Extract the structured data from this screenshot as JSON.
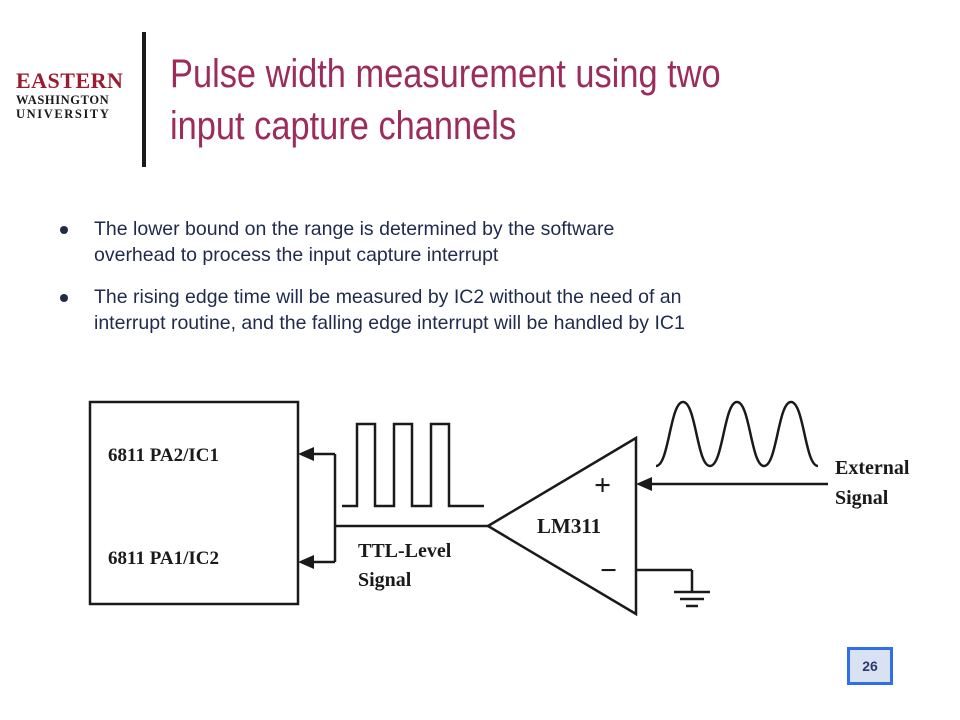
{
  "logo": {
    "line1": "EASTERN",
    "line2": "WASHINGTON",
    "line3": "UNIVERSITY"
  },
  "title": {
    "line1": "Pulse width measurement using two",
    "line2": "input capture channels"
  },
  "bullets": [
    {
      "line1": "The lower bound on the range is determined by the software",
      "line2": "overhead to process the input capture interrupt"
    },
    {
      "line1": "The rising edge time will be measured by IC2 without the need of an",
      "line2": "interrupt routine, and the falling edge interrupt will be handled by IC1"
    }
  ],
  "diagram": {
    "pin_top": "6811 PA2/IC1",
    "pin_bottom": "6811 PA1/IC2",
    "ttl_line1": "TTL-Level",
    "ttl_line2": "Signal",
    "comparator": "LM311",
    "plus_sign": "+",
    "minus_sign": "−",
    "ext_line1": "External",
    "ext_line2": "Signal"
  },
  "page_number": "26",
  "colors": {
    "title": "#9b2c5c",
    "logo": "#9b1b30",
    "body_text": "#1f2a4d",
    "page_border": "#2f6fe8"
  }
}
